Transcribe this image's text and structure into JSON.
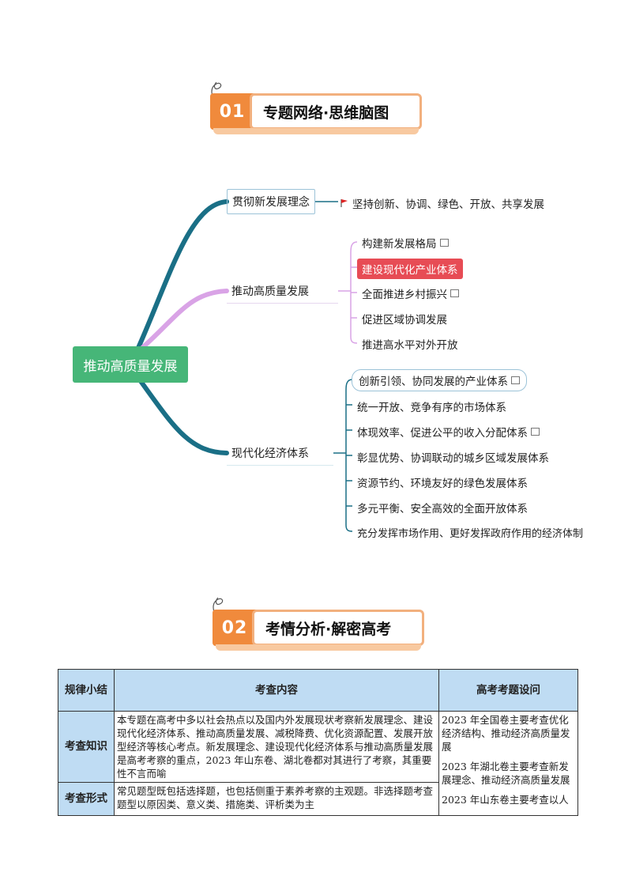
{
  "section1": {
    "number": "01",
    "title": "专题网络·思维脑图"
  },
  "section2": {
    "number": "02",
    "title": "考情分析·解密高考"
  },
  "mindmap": {
    "root": "推动高质量发展",
    "branches": [
      {
        "label": "贯彻新发展理念",
        "items": [
          "坚持创新、协调、绿色、开放、共享发展"
        ]
      },
      {
        "label": "推动高质量发展",
        "items": [
          "构建新发展格局",
          "建设现代化产业体系",
          "全面推进乡村振兴",
          "促进区域协调发展",
          "推进高水平对外开放"
        ]
      },
      {
        "label": "现代化经济体系",
        "items": [
          "创新引领、协同发展的产业体系",
          "统一开放、竞争有序的市场体系",
          "体现效率、促进公平的收入分配体系",
          "彰显优势、协调联动的城乡区域发展体系",
          "资源节约、环境友好的绿色发展体系",
          "多元平衡、安全高效的全面开放体系",
          "充分发挥市场作用、更好发挥政府作用的经济体制"
        ]
      }
    ],
    "colors": {
      "branch1": "#1a6f86",
      "branch2": "#d9a3e6",
      "branch3": "#1a6f86",
      "root": "#46b678",
      "highlight": "#e74c55"
    },
    "icons": [
      "flag-icon",
      "note-icon"
    ]
  },
  "table": {
    "headers": [
      "规律小结",
      "考查内容",
      "高考考题设问"
    ],
    "rows": [
      {
        "label": "考查知识",
        "content": "本专题在高考中多以社会热点以及国内外发展现状考察新发展理念、建设现代化经济体系、推动高质量发展、减税降费、优化资源配置、发展开放型经济等核心考点。新发展理念、建设现代化经济体系与推动高质量发展是高考考察的重点，2023 年山东卷、湖北卷都对其进行了考察，其重要性不言而喻"
      },
      {
        "label": "考查形式",
        "content": "常见题型既包括选择题，也包括侧重于素养考察的主观题。非选择题考查题型以原因类、意义类、措施类、评析类为主"
      }
    ],
    "questions": [
      "2023 年全国卷主要考查优化经济结构、推动经济高质量发展",
      "2023 年湖北卷主要考查新发展理念、推动经济高质量发展",
      "2023 年山东卷主要考查以人"
    ]
  }
}
